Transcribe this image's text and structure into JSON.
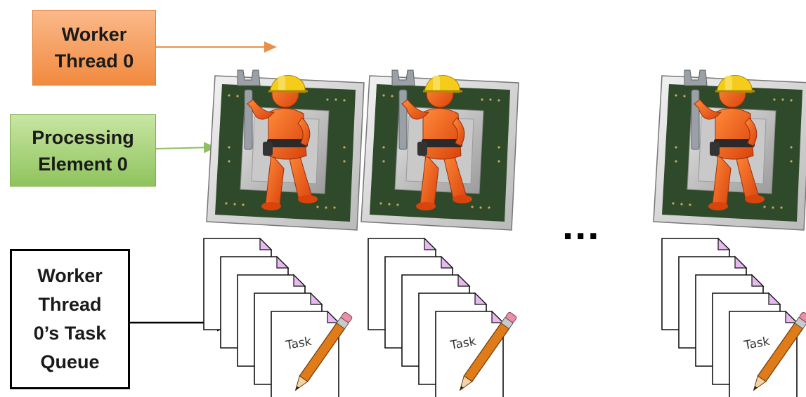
{
  "labels": {
    "worker_thread": "Worker\nThread 0",
    "processing_element": "Processing\nElement 0",
    "task_queue": "Worker\nThread\n0’s Task\nQueue"
  },
  "ellipsis": "...",
  "task_label": "Task",
  "colors": {
    "worker_box": "#f5a060",
    "pe_box": "#a8d37a",
    "chip_board": "#2f4a2a",
    "worker_suit": "#f05a14",
    "helmet": "#f5cc1a",
    "pencil": "#e07b1a"
  },
  "icons": [
    "cpu-chip-icon",
    "worker-figure-icon",
    "wrench-icon",
    "task-document-stack-icon",
    "pencil-icon"
  ]
}
